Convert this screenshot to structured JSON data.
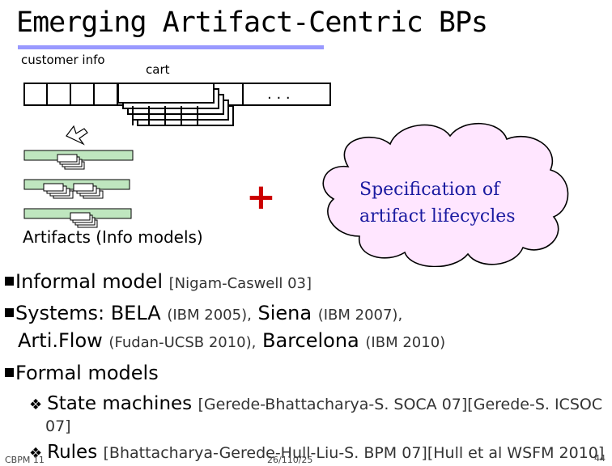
{
  "slide": {
    "title": "Emerging Artifact-Centric BPs",
    "labels": {
      "customer_info": "customer info",
      "cart": "cart",
      "ellipsis": ". . .",
      "artifacts": "Artifacts (Info models)"
    },
    "plus": "+",
    "cloud_text": "Specification of artifact lifecycles",
    "bullets": [
      {
        "main": "Informal model",
        "ref": "[Nigam-Caswell 03]"
      },
      {
        "main1": "Systems: BELA",
        "ref1": "(IBM 2005),",
        "main2": "Siena",
        "ref2": "(IBM 2007),"
      },
      {
        "main1": "Arti.Flow",
        "ref1": "(Fudan-UCSB 2010),",
        "main2": "Barcelona",
        "ref2": "(IBM 2010)"
      },
      {
        "main": "Formal models"
      }
    ],
    "sub_bullets": [
      {
        "main": "State machines",
        "ref": "[Gerede-Bhattacharya-S. SOCA 07][Gerede-S. ICSOC",
        "ref_cont": "07]"
      },
      {
        "main": "Rules",
        "ref": "[Bhattacharya-Gerede-Hull-Liu-S. BPM 07][Hull et al WSFM 2010]"
      }
    ],
    "footer": {
      "left": "CBPM 11",
      "middle": "26/110/25",
      "page": "44"
    },
    "colors": {
      "title_rule": "#9999ff",
      "plus": "#cc0000",
      "cloud_fill": "#ffe6ff",
      "cloud_text": "#1a1aa0",
      "artifact_box": "#bfe6bf"
    }
  }
}
